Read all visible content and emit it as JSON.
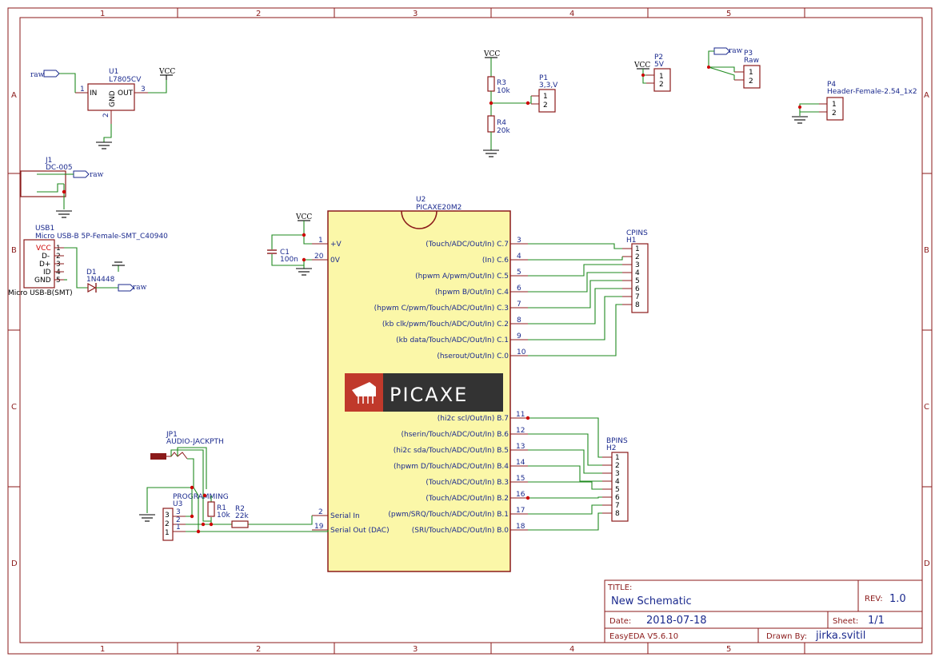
{
  "frame": {
    "columns": [
      "1",
      "2",
      "3",
      "4",
      "5"
    ],
    "rows": [
      "A",
      "B",
      "C",
      "D"
    ]
  },
  "components": {
    "u1": {
      "ref": "U1",
      "value": "L7805CV",
      "pin_in": "IN",
      "pin_out": "OUT",
      "pin_gnd": "GND",
      "n_in": "1",
      "n_out": "3",
      "n_gnd": "2"
    },
    "u2": {
      "ref": "U2",
      "value": "PICAXE20M2"
    },
    "u3": {
      "ref": "U3",
      "value": "PROGRAMMING",
      "pins": [
        "3",
        "2",
        "1"
      ]
    },
    "j1": {
      "ref": "J1",
      "value": "DC-005"
    },
    "usb1": {
      "ref": "USB1",
      "value": "Micro USB-B 5P-Female-SMT_C40940",
      "footprint": "Micro USB-B(SMT)",
      "pins": [
        "VCC",
        "D-",
        "D+",
        "ID",
        "GND"
      ],
      "nums": [
        "1",
        "2",
        "3",
        "4",
        "5"
      ]
    },
    "d1": {
      "ref": "D1",
      "value": "1N4448"
    },
    "c1": {
      "ref": "C1",
      "value": "100n"
    },
    "r1": {
      "ref": "R1",
      "value": "10k"
    },
    "r2": {
      "ref": "R2",
      "value": "22k"
    },
    "r3": {
      "ref": "R3",
      "value": "10k"
    },
    "r4": {
      "ref": "R4",
      "value": "20k"
    },
    "jp1": {
      "ref": "JP1",
      "value": "AUDIO-JACKPTH"
    },
    "p1": {
      "ref": "P1",
      "value": "3,3,V",
      "pins": [
        "1",
        "2"
      ]
    },
    "p2": {
      "ref": "P2",
      "value": "5V",
      "pins": [
        "1",
        "2"
      ]
    },
    "p3": {
      "ref": "P3",
      "value": "Raw",
      "pins": [
        "1",
        "2"
      ]
    },
    "p4": {
      "ref": "P4",
      "value": "Header-Female-2.54_1x2",
      "pins": [
        "1",
        "2"
      ]
    },
    "h1": {
      "ref": "H1",
      "value": "CPINS",
      "pins": [
        "1",
        "2",
        "3",
        "4",
        "5",
        "6",
        "7",
        "8"
      ]
    },
    "h2": {
      "ref": "H2",
      "value": "BPINS",
      "pins": [
        "1",
        "2",
        "3",
        "4",
        "5",
        "6",
        "7",
        "8"
      ]
    }
  },
  "nets": {
    "vcc": "VCC",
    "raw": "raw"
  },
  "picaxe": {
    "logo_text": "PICAXE",
    "left_pins": [
      {
        "num": "1",
        "name": "+V"
      },
      {
        "num": "20",
        "name": "0V"
      },
      {
        "num": "2",
        "name": "Serial In"
      },
      {
        "num": "19",
        "name": "Serial Out (DAC)"
      }
    ],
    "c_pins": [
      {
        "num": "3",
        "name": "(Touch/ADC/Out/In) C.7"
      },
      {
        "num": "4",
        "name": "(In) C.6"
      },
      {
        "num": "5",
        "name": "(hpwm A/pwm/Out/In) C.5"
      },
      {
        "num": "6",
        "name": "(hpwm B/Out/In) C.4"
      },
      {
        "num": "7",
        "name": "(hpwm C/pwm/Touch/ADC/Out/In) C.3"
      },
      {
        "num": "8",
        "name": "(kb clk/pwm/Touch/ADC/Out/In) C.2"
      },
      {
        "num": "9",
        "name": "(kb data/Touch/ADC/Out/In) C.1"
      },
      {
        "num": "10",
        "name": "(hserout/Out/In) C.0"
      }
    ],
    "b_pins": [
      {
        "num": "11",
        "name": "(hi2c scl/Out/In) B.7"
      },
      {
        "num": "12",
        "name": "(hserin/Touch/ADC/Out/In) B.6"
      },
      {
        "num": "13",
        "name": "(hi2c sda/Touch/ADC/Out/In) B.5"
      },
      {
        "num": "14",
        "name": "(hpwm D/Touch/ADC/Out/In) B.4"
      },
      {
        "num": "15",
        "name": "(Touch/ADC/Out/In) B.3"
      },
      {
        "num": "16",
        "name": "(Touch/ADC/Out/In) B.2"
      },
      {
        "num": "17",
        "name": "(pwm/SRQ/Touch/ADC/Out/In) B.1"
      },
      {
        "num": "18",
        "name": "(SRI/Touch/ADC/Out/In) B.0"
      }
    ]
  },
  "title_block": {
    "title_label": "TITLE:",
    "title": "New Schematic",
    "rev_label": "REV:",
    "rev": "1.0",
    "date_label": "Date:",
    "date": "2018-07-18",
    "sheet_label": "Sheet:",
    "sheet": "1/1",
    "tool": "EasyEDA V5.6.10",
    "drawn_label": "Drawn By:",
    "drawn_by": "jirka.svitil"
  },
  "colors": {
    "frame": "#8b1a1a",
    "wire": "#1e8a1e",
    "label": "#1b2a8e",
    "ic_fill": "#fbf7a8",
    "junction": "#cc0000"
  }
}
